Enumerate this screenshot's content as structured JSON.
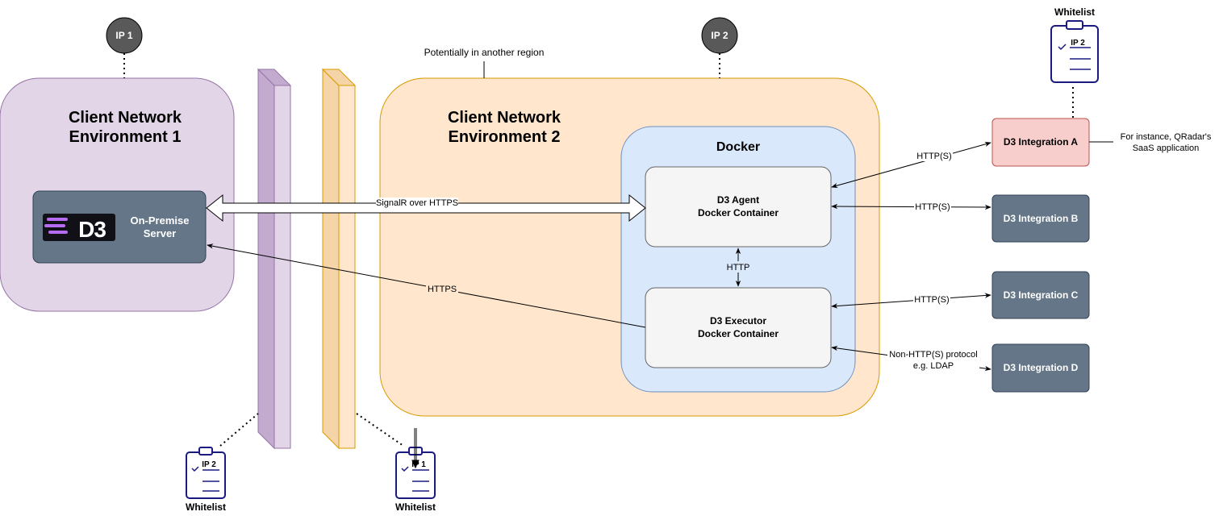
{
  "ip_markers": {
    "ip1": "IP 1",
    "ip2": "IP 2"
  },
  "region_note": "Potentially in another region",
  "env1": {
    "title_line1": "Client Network",
    "title_line2": "Environment 1",
    "server_label_line1": "On-Premise",
    "server_label_line2": "Server",
    "logo_text": "D3"
  },
  "env2": {
    "title_line1": "Client Network",
    "title_line2": "Environment 2"
  },
  "docker": {
    "title": "Docker",
    "agent_line1": "D3 Agent",
    "agent_line2": "Docker Container",
    "executor_line1": "D3 Executor",
    "executor_line2": "Docker Container",
    "internal_link": "HTTP"
  },
  "connections": {
    "signalr": "SignalR over HTTPS",
    "https": "HTTPS",
    "http_a": "HTTP(S)",
    "http_b": "HTTP(S)",
    "http_c": "HTTP(S)",
    "non_http_line1": "Non-HTTP(S) protocol",
    "non_http_line2": "e.g. LDAP"
  },
  "integrations": {
    "a": "D3 Integration A",
    "b": "D3 Integration B",
    "c": "D3 Integration C",
    "d": "D3 Integration D"
  },
  "integration_a_note_line1": "For instance, QRadar's",
  "integration_a_note_line2": "SaaS application",
  "whitelists": {
    "top_title": "Whitelist",
    "top_ip": "IP 2",
    "bottom_left_title": "Whitelist",
    "bottom_left_ip": "IP 2",
    "bottom_right_title": "Whitelist",
    "bottom_right_ip": "IP 1"
  },
  "colors": {
    "env1_fill": "#e1d5e7",
    "env1_stroke": "#9673a6",
    "env2_fill": "#ffe6cc",
    "env2_stroke": "#d79b00",
    "docker_fill": "#dae8fc",
    "docker_stroke": "#6c8ebf",
    "container_fill": "#f5f5f5",
    "dark_box": "#647687",
    "integration_a_fill": "#f8cecc",
    "integration_a_stroke": "#b85450",
    "ip_circle": "#595959",
    "clipboard": "#1a1a80"
  }
}
